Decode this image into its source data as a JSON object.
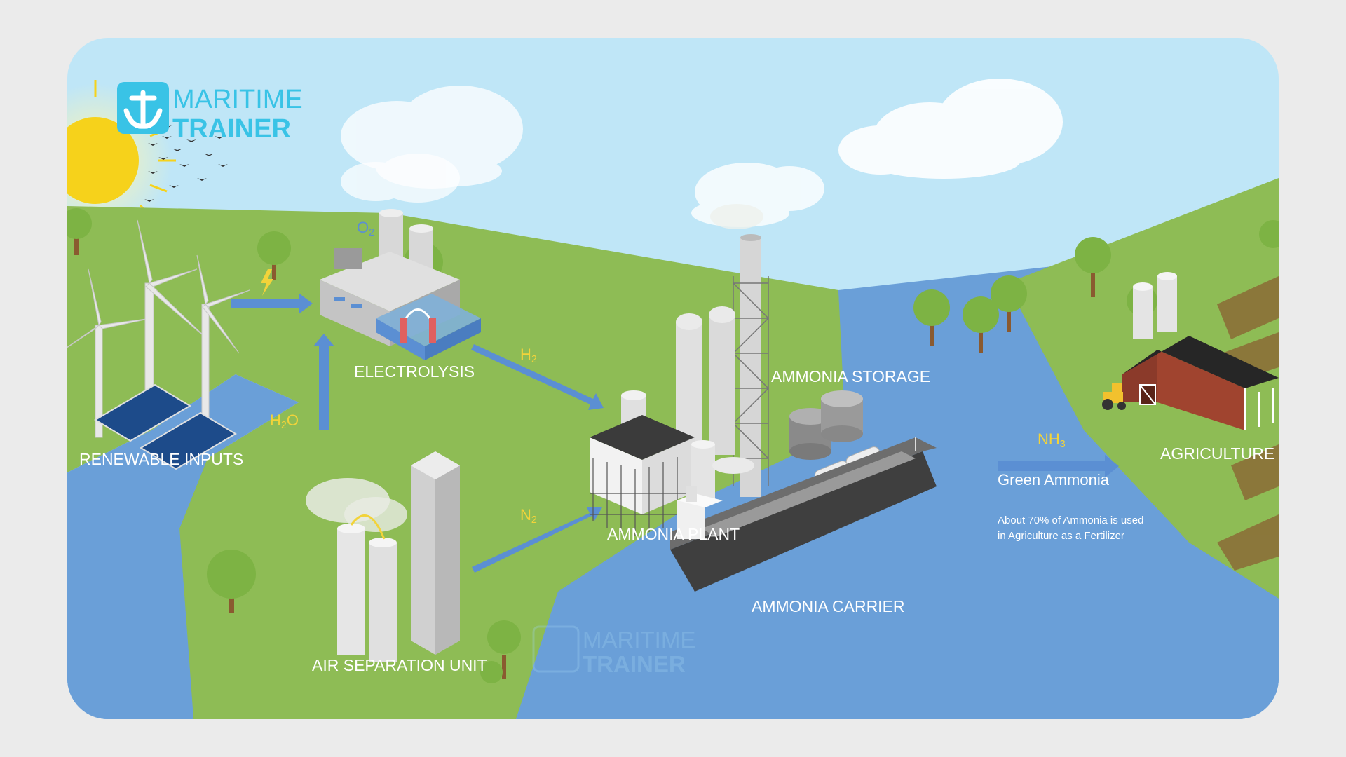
{
  "brand": {
    "word1": "MARITIME",
    "word2": "TRAINER"
  },
  "labels": {
    "renewable": "RENEWABLE INPUTS",
    "electrolysis": "ELECTROLYSIS",
    "air_separation": "AIR SEPARATION UNIT",
    "ammonia_plant": "AMMONIA PLANT",
    "ammonia_storage": "AMMONIA STORAGE",
    "ammonia_carrier": "AMMONIA CARRIER",
    "agriculture": "AGRICULTURE"
  },
  "chemicals": {
    "o2": {
      "base": "O",
      "sub": "2"
    },
    "h2": {
      "base": "H",
      "sub": "2"
    },
    "h2o": {
      "base": "H",
      "sub": "2",
      "tail": "O"
    },
    "n2": {
      "base": "N",
      "sub": "2"
    },
    "nh3": {
      "base": "NH",
      "sub": "3"
    }
  },
  "green_ammonia": {
    "title": "Green Ammonia",
    "note_line1": "About 70% of Ammonia is used",
    "note_line2": "in Agriculture as a Fertilizer"
  },
  "colors": {
    "sky": "#bfe6f7",
    "land": "#8ebc55",
    "water": "#6a9fd8",
    "arrow": "#5b8fd3",
    "chem_label": "#f2d33a",
    "brand": "#39c3e6",
    "sun": "#f6d21b"
  },
  "icons": [
    "anchor-logo-icon",
    "sun-icon",
    "lightning-icon",
    "wind-turbine-icon",
    "solar-panel-icon",
    "tree-icon",
    "cloud-icon",
    "bird-icon",
    "tractor-icon"
  ]
}
